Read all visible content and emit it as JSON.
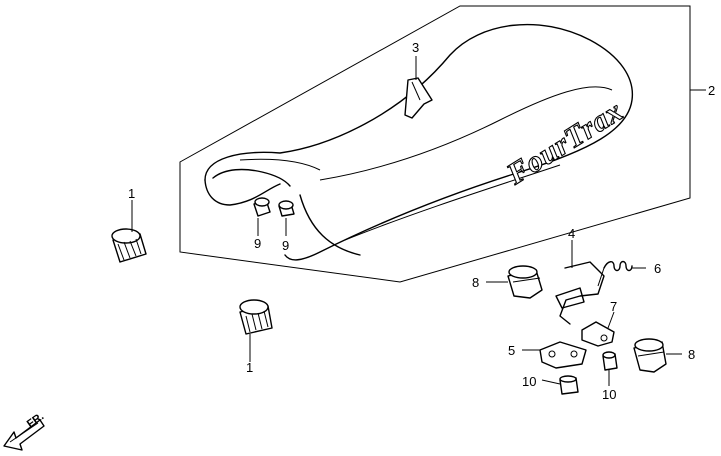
{
  "brand_text": "FourTrax",
  "direction_label": "FR.",
  "callouts": {
    "c1_top": "1",
    "c1_bottom": "1",
    "c2": "2",
    "c3": "3",
    "c4": "4",
    "c5": "5",
    "c6": "6",
    "c7": "7",
    "c8_left": "8",
    "c8_right": "8",
    "c9_left": "9",
    "c9_right": "9",
    "c10_left": "10",
    "c10_right": "10"
  },
  "colors": {
    "line": "#000000",
    "background": "#ffffff",
    "shading": "#cfcfcf"
  }
}
